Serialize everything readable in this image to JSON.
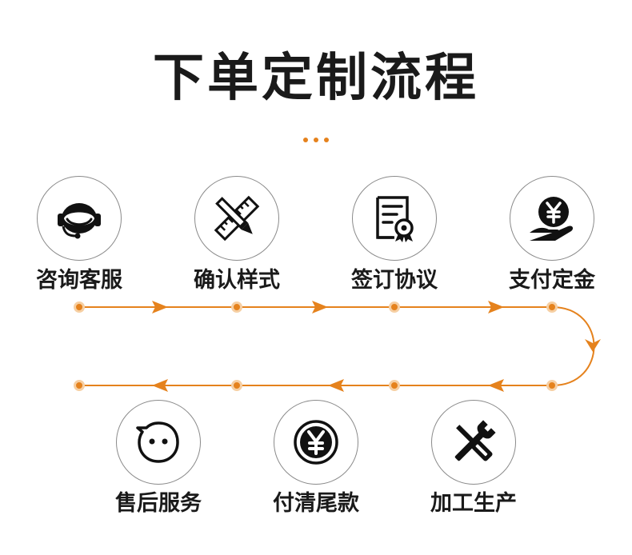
{
  "title": "下单定制流程",
  "accent_color": "#e5821d",
  "steps": [
    {
      "label": "咨询客服",
      "icon": "customer-service-headset-icon"
    },
    {
      "label": "确认样式",
      "icon": "ruler-pencil-icon"
    },
    {
      "label": "签订协议",
      "icon": "certificate-document-icon"
    },
    {
      "label": "支付定金",
      "icon": "hand-yuan-coin-icon"
    },
    {
      "label": "加工生产",
      "icon": "wrench-screwdriver-icon"
    },
    {
      "label": "付清尾款",
      "icon": "yuan-coin-icon"
    },
    {
      "label": "售后服务",
      "icon": "chat-smile-face-icon"
    }
  ]
}
